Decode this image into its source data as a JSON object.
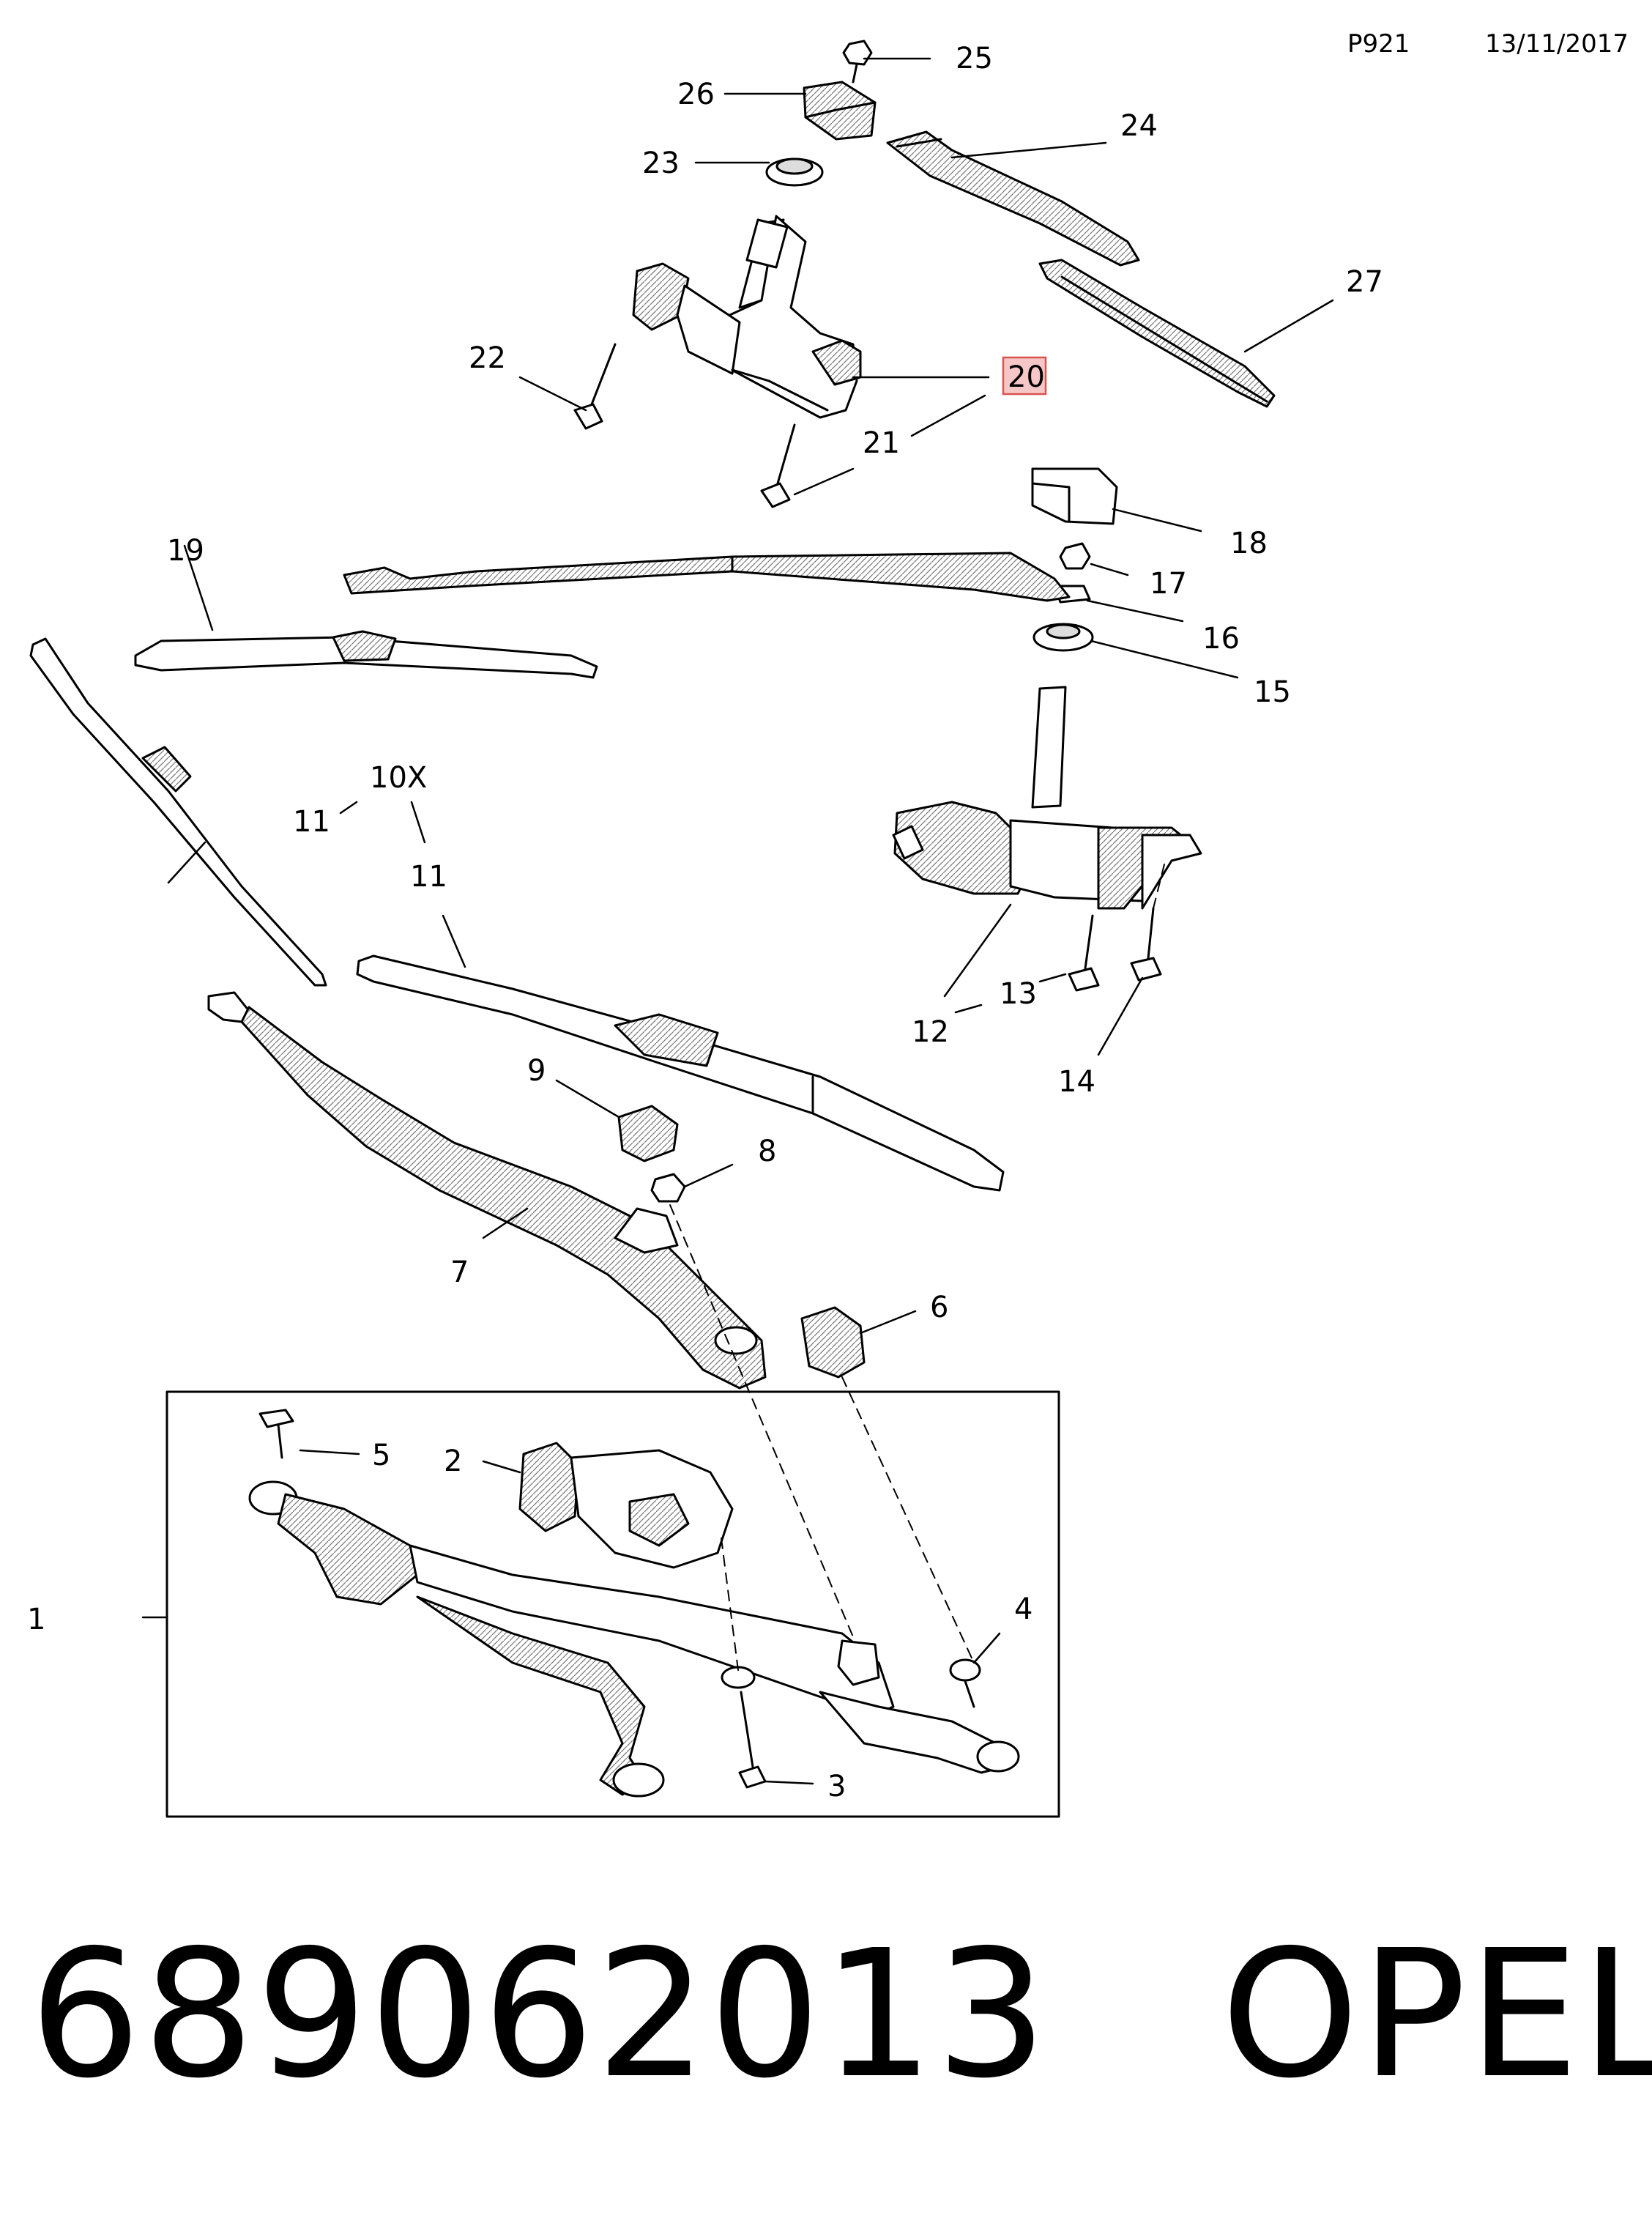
{
  "header": {
    "page_code": "P921",
    "date": "13/11/2017"
  },
  "footer": {
    "part_number": "689062013",
    "brand": "OPEL"
  },
  "callouts": [
    "1",
    "2",
    "3",
    "4",
    "5",
    "6",
    "7",
    "8",
    "9",
    "10X",
    "11",
    "11",
    "12",
    "13",
    "14",
    "15",
    "16",
    "17",
    "18",
    "19",
    "20",
    "21",
    "22",
    "23",
    "24",
    "25",
    "26",
    "27"
  ],
  "highlighted_callout": "20",
  "colors": {
    "highlight_fill": "#f6c7c7",
    "highlight_border": "#d9534f",
    "ink": "#000000"
  }
}
